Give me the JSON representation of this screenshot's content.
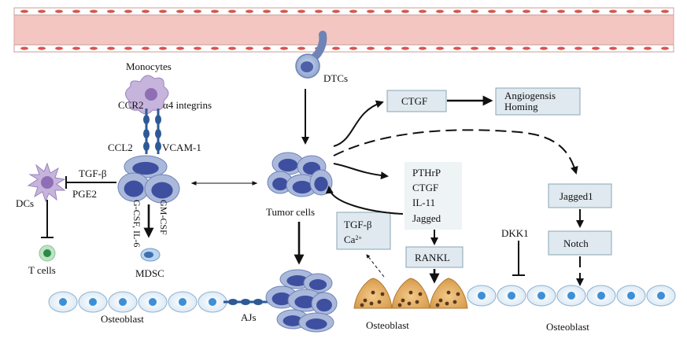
{
  "labels": {
    "monocytes": "Monocytes",
    "ccr2": "CCR2",
    "a4_integrins": "α4 integrins",
    "ccl2": "CCL2",
    "vcam1": "VCAM-1",
    "dtcs": "DTCs",
    "ctgf_box": "CTGF",
    "angiogenesis": "Angiogensis",
    "homing": "Homing",
    "tgfb_left": "TGF-β",
    "pge2": "PGE2",
    "dcs": "DCs",
    "t_cells": "T cells",
    "gcsf_il6": "G-CSF, IL-6",
    "gmcsf": "GM-CSF",
    "mdsc": "MDSC",
    "tumor_cells": "Tumor cells",
    "factors": [
      "PTHrP",
      "CTGF",
      "IL-11",
      "Jagged"
    ],
    "tgfb_ca_1": "TGF-β",
    "tgfb_ca_2": "Ca",
    "tgfb_ca_sup": "2+",
    "rankl": "RANKL",
    "jagged1": "Jagged1",
    "notch": "Notch",
    "dkk1": "DKK1",
    "osteoblast_left": "Osteoblast",
    "ajs": "AJs",
    "osteoblast_mid": "Osteoblast",
    "osteoblast_right": "Osteoblast"
  }
}
